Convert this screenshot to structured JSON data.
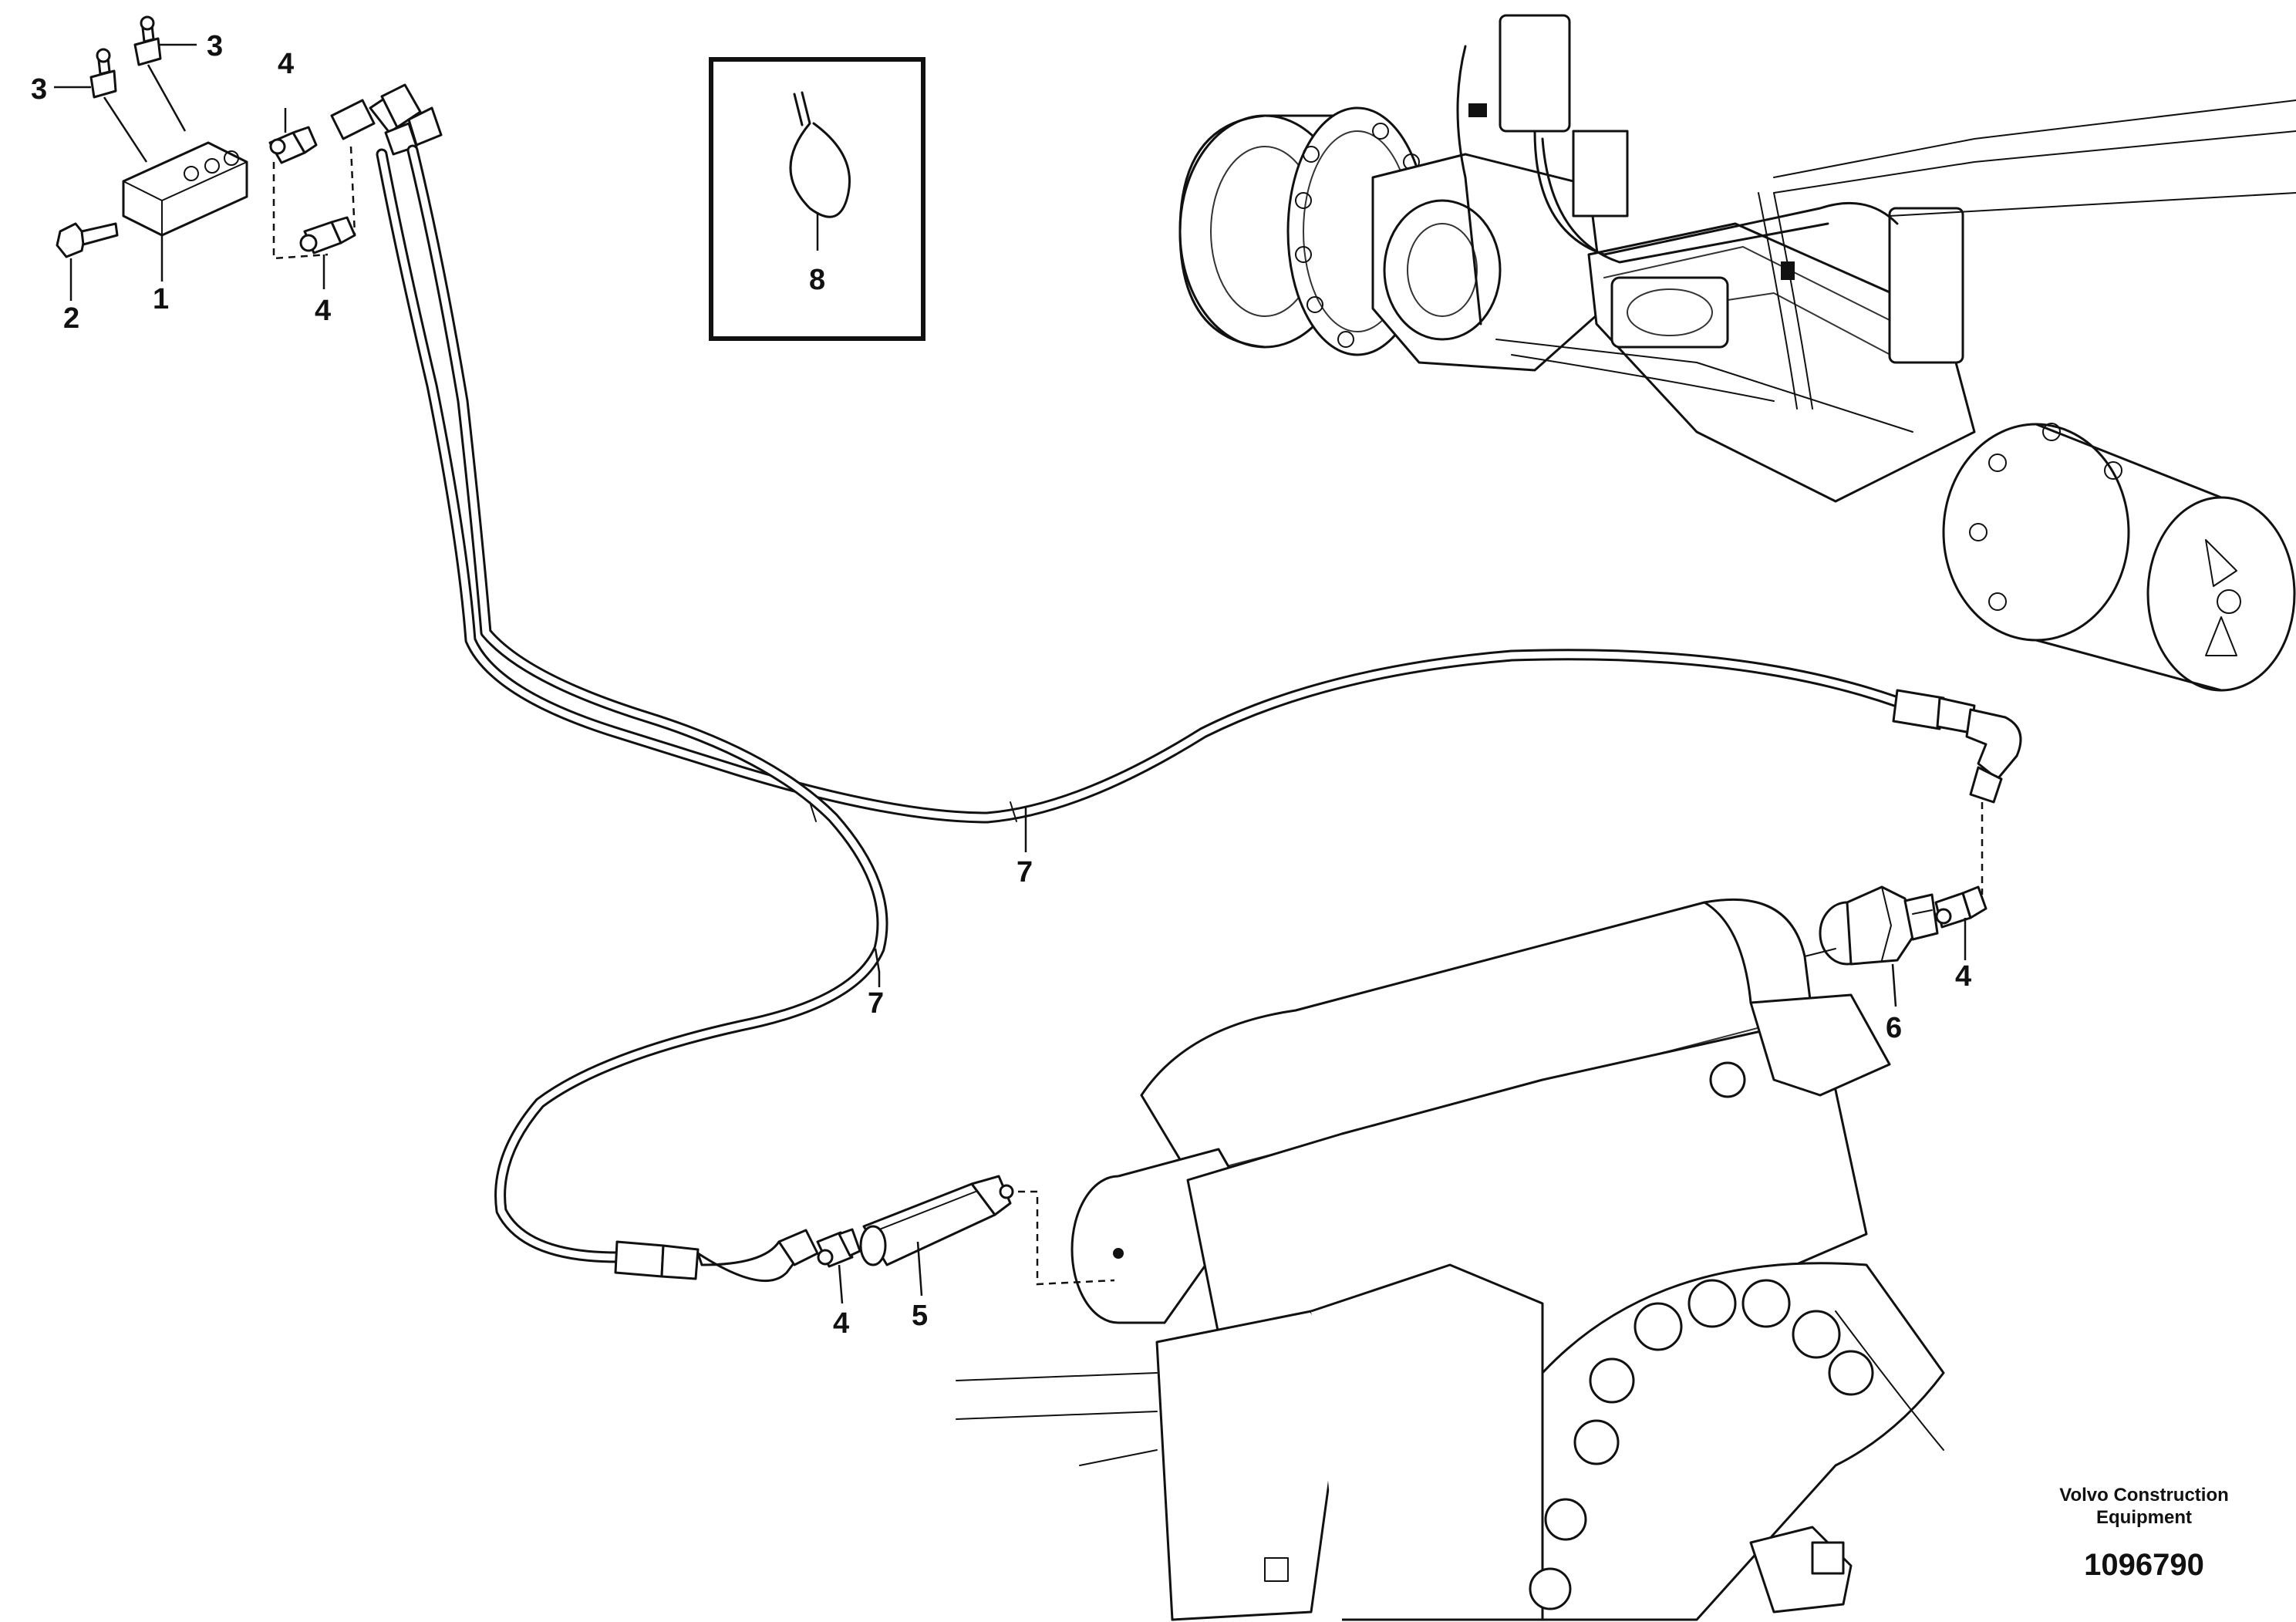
{
  "callouts": [
    {
      "id": "c3a",
      "label": "3"
    },
    {
      "id": "c3b",
      "label": "3"
    },
    {
      "id": "c4a",
      "label": "4"
    },
    {
      "id": "c2",
      "label": "2"
    },
    {
      "id": "c1",
      "label": "1"
    },
    {
      "id": "c4b",
      "label": "4"
    },
    {
      "id": "c8",
      "label": "8"
    },
    {
      "id": "c7a",
      "label": "7"
    },
    {
      "id": "c7b",
      "label": "7"
    },
    {
      "id": "c4c",
      "label": "4"
    },
    {
      "id": "c6",
      "label": "6"
    },
    {
      "id": "c4d",
      "label": "4"
    },
    {
      "id": "c5",
      "label": "5"
    }
  ],
  "footer": {
    "company_line1": "Volvo Construction",
    "company_line2": "Equipment",
    "drawing_number": "1096790"
  }
}
